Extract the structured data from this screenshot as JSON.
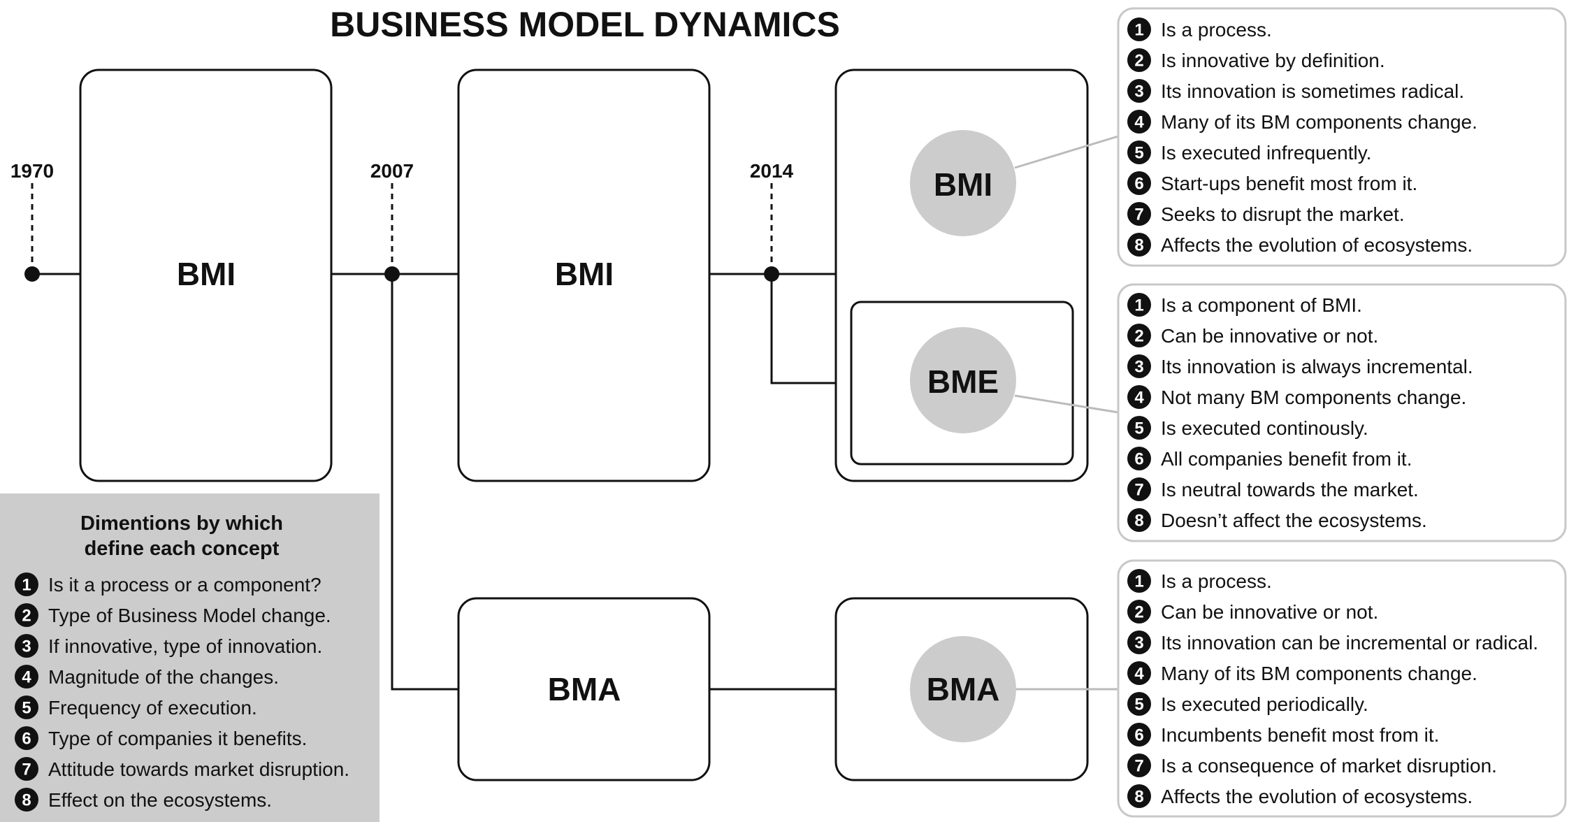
{
  "title": "BUSINESS MODEL DYNAMICS",
  "colors": {
    "line": "#111111",
    "circle_fill": "#cccccc",
    "legend_fill": "#cccccc",
    "card_border": "#c8c8c8"
  },
  "timeline": {
    "years": [
      "1970",
      "2007",
      "2014"
    ]
  },
  "boxes": {
    "bmi_1970": "BMI",
    "bmi_2007": "BMI",
    "bma_2007": "BMA",
    "bmi_2014": "BMI",
    "bme_2014": "BME",
    "bma_2014": "BMA"
  },
  "cards": {
    "bmi": [
      "Is a process.",
      "Is innovative by definition.",
      "Its innovation is sometimes radical.",
      "Many of its BM components change.",
      "Is executed infrequently.",
      "Start-ups benefit most from it.",
      "Seeks to disrupt the market.",
      "Affects the evolution of ecosystems."
    ],
    "bme": [
      "Is a component of BMI.",
      "Can be innovative or not.",
      "Its innovation is always incremental.",
      "Not many BM components change.",
      "Is executed continously.",
      "All companies benefit from it.",
      "Is neutral towards the market.",
      "Doesn’t affect the ecosystems."
    ],
    "bma": [
      "Is a process.",
      "Can be innovative or not.",
      "Its innovation can be incremental or radical.",
      "Many of its BM components change.",
      "Is executed periodically.",
      "Incumbents benefit most from it.",
      "Is a consequence of market disruption.",
      "Affects the evolution of ecosystems."
    ]
  },
  "legend": {
    "title_line1": "Dimentions by which",
    "title_line2": "define each concept",
    "items": [
      "Is it a process or a component?",
      "Type of Business Model change.",
      "If innovative, type of innovation.",
      "Magnitude of the changes.",
      "Frequency of execution.",
      "Type of companies it benefits.",
      "Attitude towards market disruption.",
      "Effect on the ecosystems."
    ]
  },
  "numbers": [
    "1",
    "2",
    "3",
    "4",
    "5",
    "6",
    "7",
    "8"
  ]
}
